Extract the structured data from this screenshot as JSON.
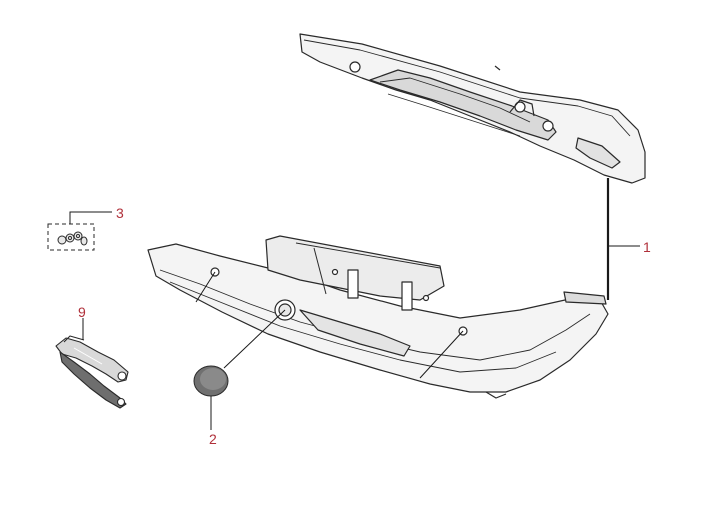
{
  "colors": {
    "callout_text": "#b0303a",
    "outline": "#2a2a2a",
    "fill": "#f4f4f4",
    "shade": "#d9d9d9",
    "dark": "#6e6e6e"
  },
  "callouts": [
    {
      "id": "1",
      "label": "1"
    },
    {
      "id": "2",
      "label": "2"
    },
    {
      "id": "3",
      "label": "3"
    },
    {
      "id": "9",
      "label": "9"
    }
  ]
}
